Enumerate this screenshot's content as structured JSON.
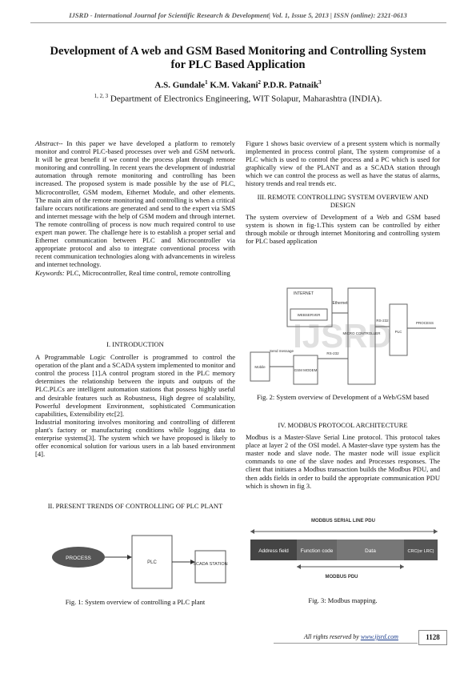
{
  "header": "IJSRD - International Journal for Scientific Research & Development| Vol. 1, Issue 5, 2013 | ISSN (online): 2321-0613",
  "title": "Development of A web and GSM Based Monitoring and Controlling System for PLC Based Application",
  "authors": [
    {
      "name": "A.S. Gundale",
      "sup": "1"
    },
    {
      "name": "K.M. Vakani",
      "sup": "2"
    },
    {
      "name": "P.D.R. Patnaik",
      "sup": "3"
    }
  ],
  "affiliation": {
    "sup": "1, 2, 3",
    "text": "Department of Electronics Engineering, WIT Solapur, Maharashtra (INDIA)."
  },
  "abstract": {
    "label": "Abstract--",
    "text": " In this paper we have developed a platform to remotely monitor and control PLC-based processes over web and GSM network. It will be great benefit if we control the process plant through remote monitoring and controlling. In recent years the development of industrial automation through remote monitoring and controlling has been increased. The proposed system is made possible by the use of PLC, Microcontroller, GSM modem, Ethernet Module, and other elements. The main aim of the remote monitoring and controlling is when a critical failure occurs notifications are generated and send to the expert via SMS and internet message with the help of GSM modem and through internet. The remote controlling of process is now much required control to use expert man power. The challenge here is to establish a proper serial and Ethernet communication between PLC and Microcontroller via appropriate protocol and also to integrate conventional process with recent communication technologies along with advancements in wireless and internet technology."
  },
  "keywords": {
    "label": "Keywords:",
    "text": " PLC, Microcontroller, Real time control, remote controlling"
  },
  "sections": {
    "s1": "I.   INTRODUCTION",
    "s2": "II.   PRESENT TRENDS OF CONTROLLING OF PLC PLANT",
    "s3": "III.   REMOTE CONTROLLING SYSTEM OVERVIEW AND DESIGN",
    "s4": "IV.   MODBUS PROTOCOL ARCHITECTURE"
  },
  "intro_p1": "A Programmable Logic Controller is programmed to control the operation of the plant and a SCADA system implemented to monitor and control the process [1].A control program stored in the PLC memory determines the relationship between the inputs and outputs of the PLC.PLCs are intelligent automation stations that possess highly useful and desirable features such as Robustness, High degree of scalability, Powerful development Environment, sophisticated Communication capabilities, Extensibility etc[2].",
  "intro_p2": "Industrial monitoring involves monitoring and controlling of different plant's factory or manufacturing conditions while logging data to enterprise systems[3]. The system which we have proposed is likely to offer economical solution for various users in a lab based environment [4].",
  "right_p1": "Figure 1 shows basic overview of a present system which is normally implemented in process control plant, The system compromise of a PLC which is used to control the process and a PC which is used for graphically view of the PLANT and as a SCADA station through which we can control the process as well as have the status of alarms, history trends and real trends etc.",
  "right_p2": "The system overview of Development of a Web and GSM based system is shown in fig-1.This system can be controlled by either through mobile or through internet Monitoring and controlling system for PLC based application",
  "right_p3": "Modbus is a Master-Slave Serial Line protocol. This protocol takes place at layer 2 of the OSI model. A Master-slave type system has the master node and slave node. The master node will issue explicit commands to one of the slave nodes and Processes responses. The client that initiates a Modbus transaction builds the Modbus PDU, and then adds fields in order to build the appropriate communication PDU which is shown in fig 3.",
  "fig1": {
    "caption": "Fig. 1: System overview of controlling a PLC plant",
    "process": "PROCESS",
    "plc": "PLC",
    "scada": "SCADA STATION"
  },
  "fig2": {
    "caption": "Fig. 2: System overview of Development of a Web/GSM based",
    "internet": "INTERNET",
    "webserver": "WEBSERVER",
    "ethernet": "Ethernet",
    "rs232a": "RS-232",
    "rs232b": "RS-232",
    "micro": "MICRO CONTROLLER",
    "plc": "PLC",
    "process": "PROCESS",
    "mobile": "Mobile",
    "send_message": "Send message",
    "gsm": "GSM MODEM"
  },
  "fig3": {
    "caption": "Fig. 3:  Modbus mapping.",
    "serial_pdu": "MODBUS SERIAL LINE PDU",
    "fields": [
      "Address field",
      "Function code",
      "Data",
      "CRC(or LRC)"
    ],
    "pdu": "MODBUS PDU"
  },
  "footer": {
    "rights": "All rights reserved by ",
    "site": "www.ijsrd.com",
    "page": "1128"
  }
}
